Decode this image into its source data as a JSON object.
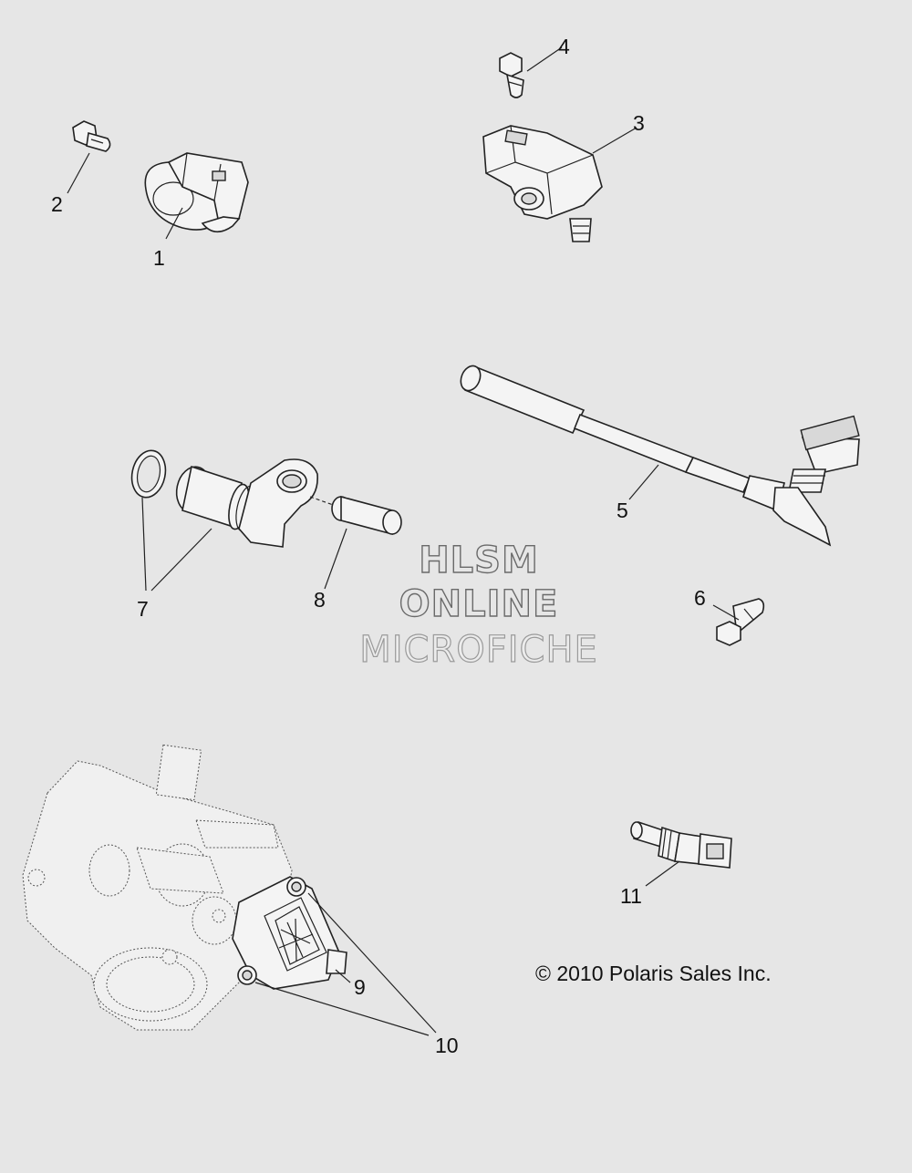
{
  "callouts": {
    "c1": "1",
    "c2": "2",
    "c3": "3",
    "c4": "4",
    "c5": "5",
    "c6": "6",
    "c7": "7",
    "c8": "8",
    "c9": "9",
    "c10": "10",
    "c11": "11"
  },
  "watermark": {
    "line1": "HLSM",
    "line2": "ONLINE",
    "line3": "MICROFICHE"
  },
  "copyright": "© 2010 Polaris Sales Inc.",
  "colors": {
    "background": "#e6e6e6",
    "line": "#222222",
    "part_fill": "#f4f4f4"
  },
  "parts": [
    {
      "callout": "1",
      "icon": "sensor-connector-icon"
    },
    {
      "callout": "2",
      "icon": "flange-bolt-icon"
    },
    {
      "callout": "3",
      "icon": "map-sensor-icon"
    },
    {
      "callout": "4",
      "icon": "flange-bolt-icon"
    },
    {
      "callout": "5",
      "icon": "speed-sensor-cable-icon"
    },
    {
      "callout": "6",
      "icon": "flange-bolt-icon"
    },
    {
      "callout": "7",
      "icon": "sensor-with-o-ring-icon"
    },
    {
      "callout": "8",
      "icon": "bushing-icon"
    },
    {
      "callout": "9",
      "icon": "throttle-position-sensor-icon"
    },
    {
      "callout": "10",
      "icon": "screw-icon"
    },
    {
      "callout": "11",
      "icon": "temperature-sensor-icon"
    }
  ]
}
